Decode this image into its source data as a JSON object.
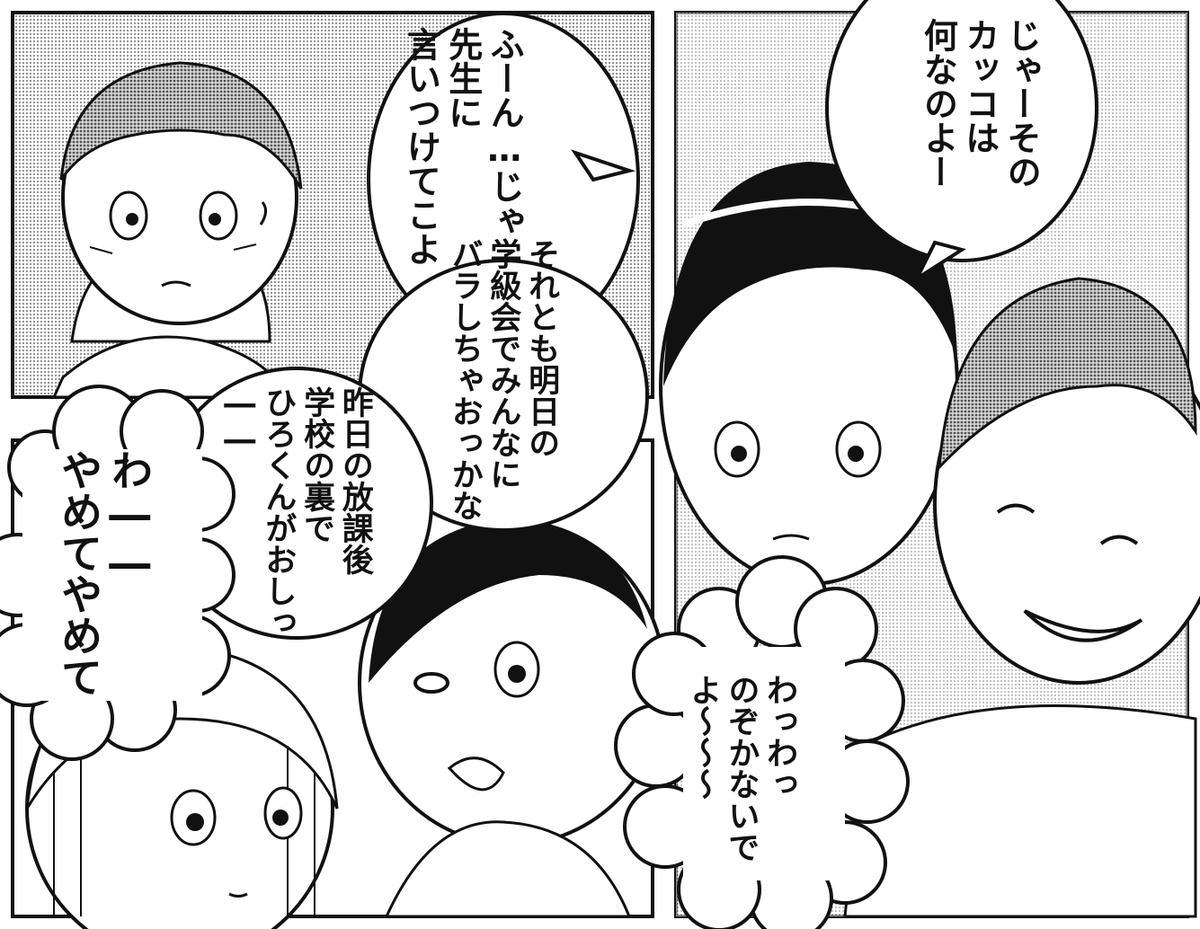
{
  "bubbles": {
    "fuun": {
      "lines": [
        "ふーん…じゃ",
        "先生に",
        "言いつけてこよ"
      ]
    },
    "soretomo": {
      "lines": [
        "それとも明日の",
        "学級会でみんなに",
        "バラしちゃおっかな"
      ]
    },
    "jaa": {
      "lines": [
        "じゃーその",
        "カッコは",
        "何なのよー"
      ]
    },
    "kinou": {
      "lines": [
        "昨日の放課後",
        "学校の裏で",
        "ひろくんがおしっ",
        "――"
      ]
    },
    "yamete": {
      "lines": [
        "わ――",
        "やめてやめて"
      ]
    },
    "wawa": {
      "lines": [
        "わっわっ",
        "のぞかないで",
        "よ〜〜〜"
      ]
    }
  },
  "colors": {
    "ink": "#111111",
    "screentone": "#bdbdbd",
    "paper": "#ffffff"
  }
}
